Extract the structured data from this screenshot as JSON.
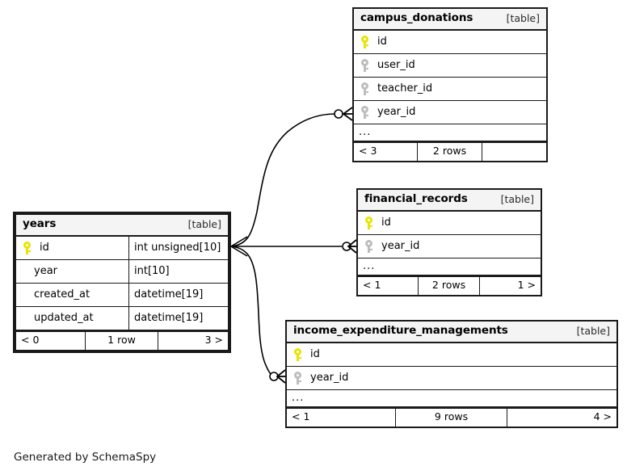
{
  "diagram": {
    "caption": "Generated by SchemaSpy",
    "table_kind_label": "[table]",
    "ellipsis": "...",
    "colors": {
      "primary_key": "#e8e400",
      "foreign_key": "#bdbdbd",
      "border": "#1a1a1a",
      "header_background": "#f4f4f4",
      "canvas_background": "#ffffff"
    }
  },
  "tables": {
    "years": {
      "name": "years",
      "kind": "[table]",
      "focal": true,
      "columns": [
        {
          "name": "id",
          "type": "int unsigned[10]",
          "key": "primary"
        },
        {
          "name": "year",
          "type": "int[10]",
          "key": "none"
        },
        {
          "name": "created_at",
          "type": "datetime[19]",
          "key": "none"
        },
        {
          "name": "updated_at",
          "type": "datetime[19]",
          "key": "none"
        }
      ],
      "show_ellipsis": false,
      "footer": {
        "left": "< 0",
        "center": "1 row",
        "right": "3 >"
      }
    },
    "campus_donations": {
      "name": "campus_donations",
      "kind": "[table]",
      "focal": false,
      "columns": [
        {
          "name": "id",
          "type": "",
          "key": "primary"
        },
        {
          "name": "user_id",
          "type": "",
          "key": "foreign"
        },
        {
          "name": "teacher_id",
          "type": "",
          "key": "foreign"
        },
        {
          "name": "year_id",
          "type": "",
          "key": "foreign"
        }
      ],
      "show_ellipsis": true,
      "footer": {
        "left": "< 3",
        "center": "2 rows",
        "right": ""
      }
    },
    "financial_records": {
      "name": "financial_records",
      "kind": "[table]",
      "focal": false,
      "columns": [
        {
          "name": "id",
          "type": "",
          "key": "primary"
        },
        {
          "name": "year_id",
          "type": "",
          "key": "foreign"
        }
      ],
      "show_ellipsis": true,
      "footer": {
        "left": "< 1",
        "center": "2 rows",
        "right": "1 >"
      }
    },
    "income_expenditure_managements": {
      "name": "income_expenditure_managements",
      "kind": "[table]",
      "focal": false,
      "columns": [
        {
          "name": "id",
          "type": "",
          "key": "primary"
        },
        {
          "name": "year_id",
          "type": "",
          "key": "foreign"
        }
      ],
      "show_ellipsis": true,
      "footer": {
        "left": "< 1",
        "center": "9 rows",
        "right": "4 >"
      }
    }
  },
  "relationships": [
    {
      "from_table": "years",
      "from_column": "id",
      "to_table": "campus_donations",
      "to_column": "year_id"
    },
    {
      "from_table": "years",
      "from_column": "id",
      "to_table": "financial_records",
      "to_column": "year_id"
    },
    {
      "from_table": "years",
      "from_column": "id",
      "to_table": "income_expenditure_managements",
      "to_column": "year_id"
    }
  ]
}
